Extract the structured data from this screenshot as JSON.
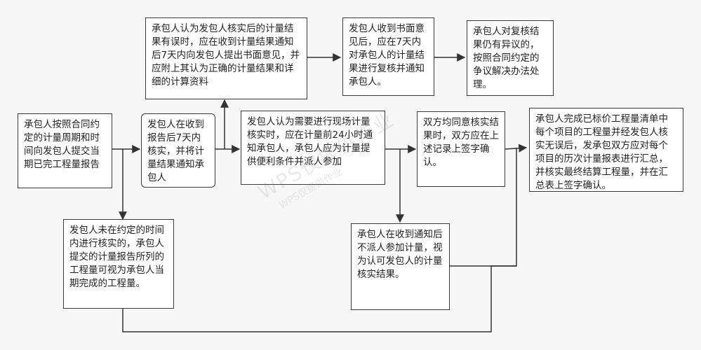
{
  "nodes": {
    "n1": "承包人按照合同约定的计量周期和时间向发包人提交当期已完工程量报告",
    "n2": "发包人在收到报告后7天内核实，并将计量结果通知承包人",
    "n3": "承包人认为发包人核实后的计量结果有误时，应在收到计量结果通知后7天内向发包人提出书面意见，并应附上其认为正确的计量结果和详细的计算资料",
    "n4": "发包人收到书面意见后，应在7天内对承包人的计量结果进行复核并通知承包人。",
    "n5": "承包人对复核结果仍有异议的，按照合同约定的争议解决办法处理。",
    "n6": "发包人认为需要进行现场计量核实时，应在计量前24小时通知承包人，承包人应为计量提供便利条件并派人参加",
    "n7": "双方均同意核实结果时，双方应在上述记录上签字确认。",
    "n8": "承包人完成已标价工程量清单中每个项目的工程量并经发包人核实无误后，发承包双方应对每个项目的历次计量报表进行汇总，并核实最终结算工程量，并在汇总表上签字确认。",
    "n9": "发包人未在约定的时间内进行核实的，承包人提交的计量报告所列的工程量可视为承包人当期完成的工程量。",
    "n10": "承包人在收到通知后不派人参加计量，视为认可发包人的计量核实结果。"
  },
  "watermark": {
    "line1": "WPS仅提供作业",
    "line2": "WPS仅提供作业"
  }
}
